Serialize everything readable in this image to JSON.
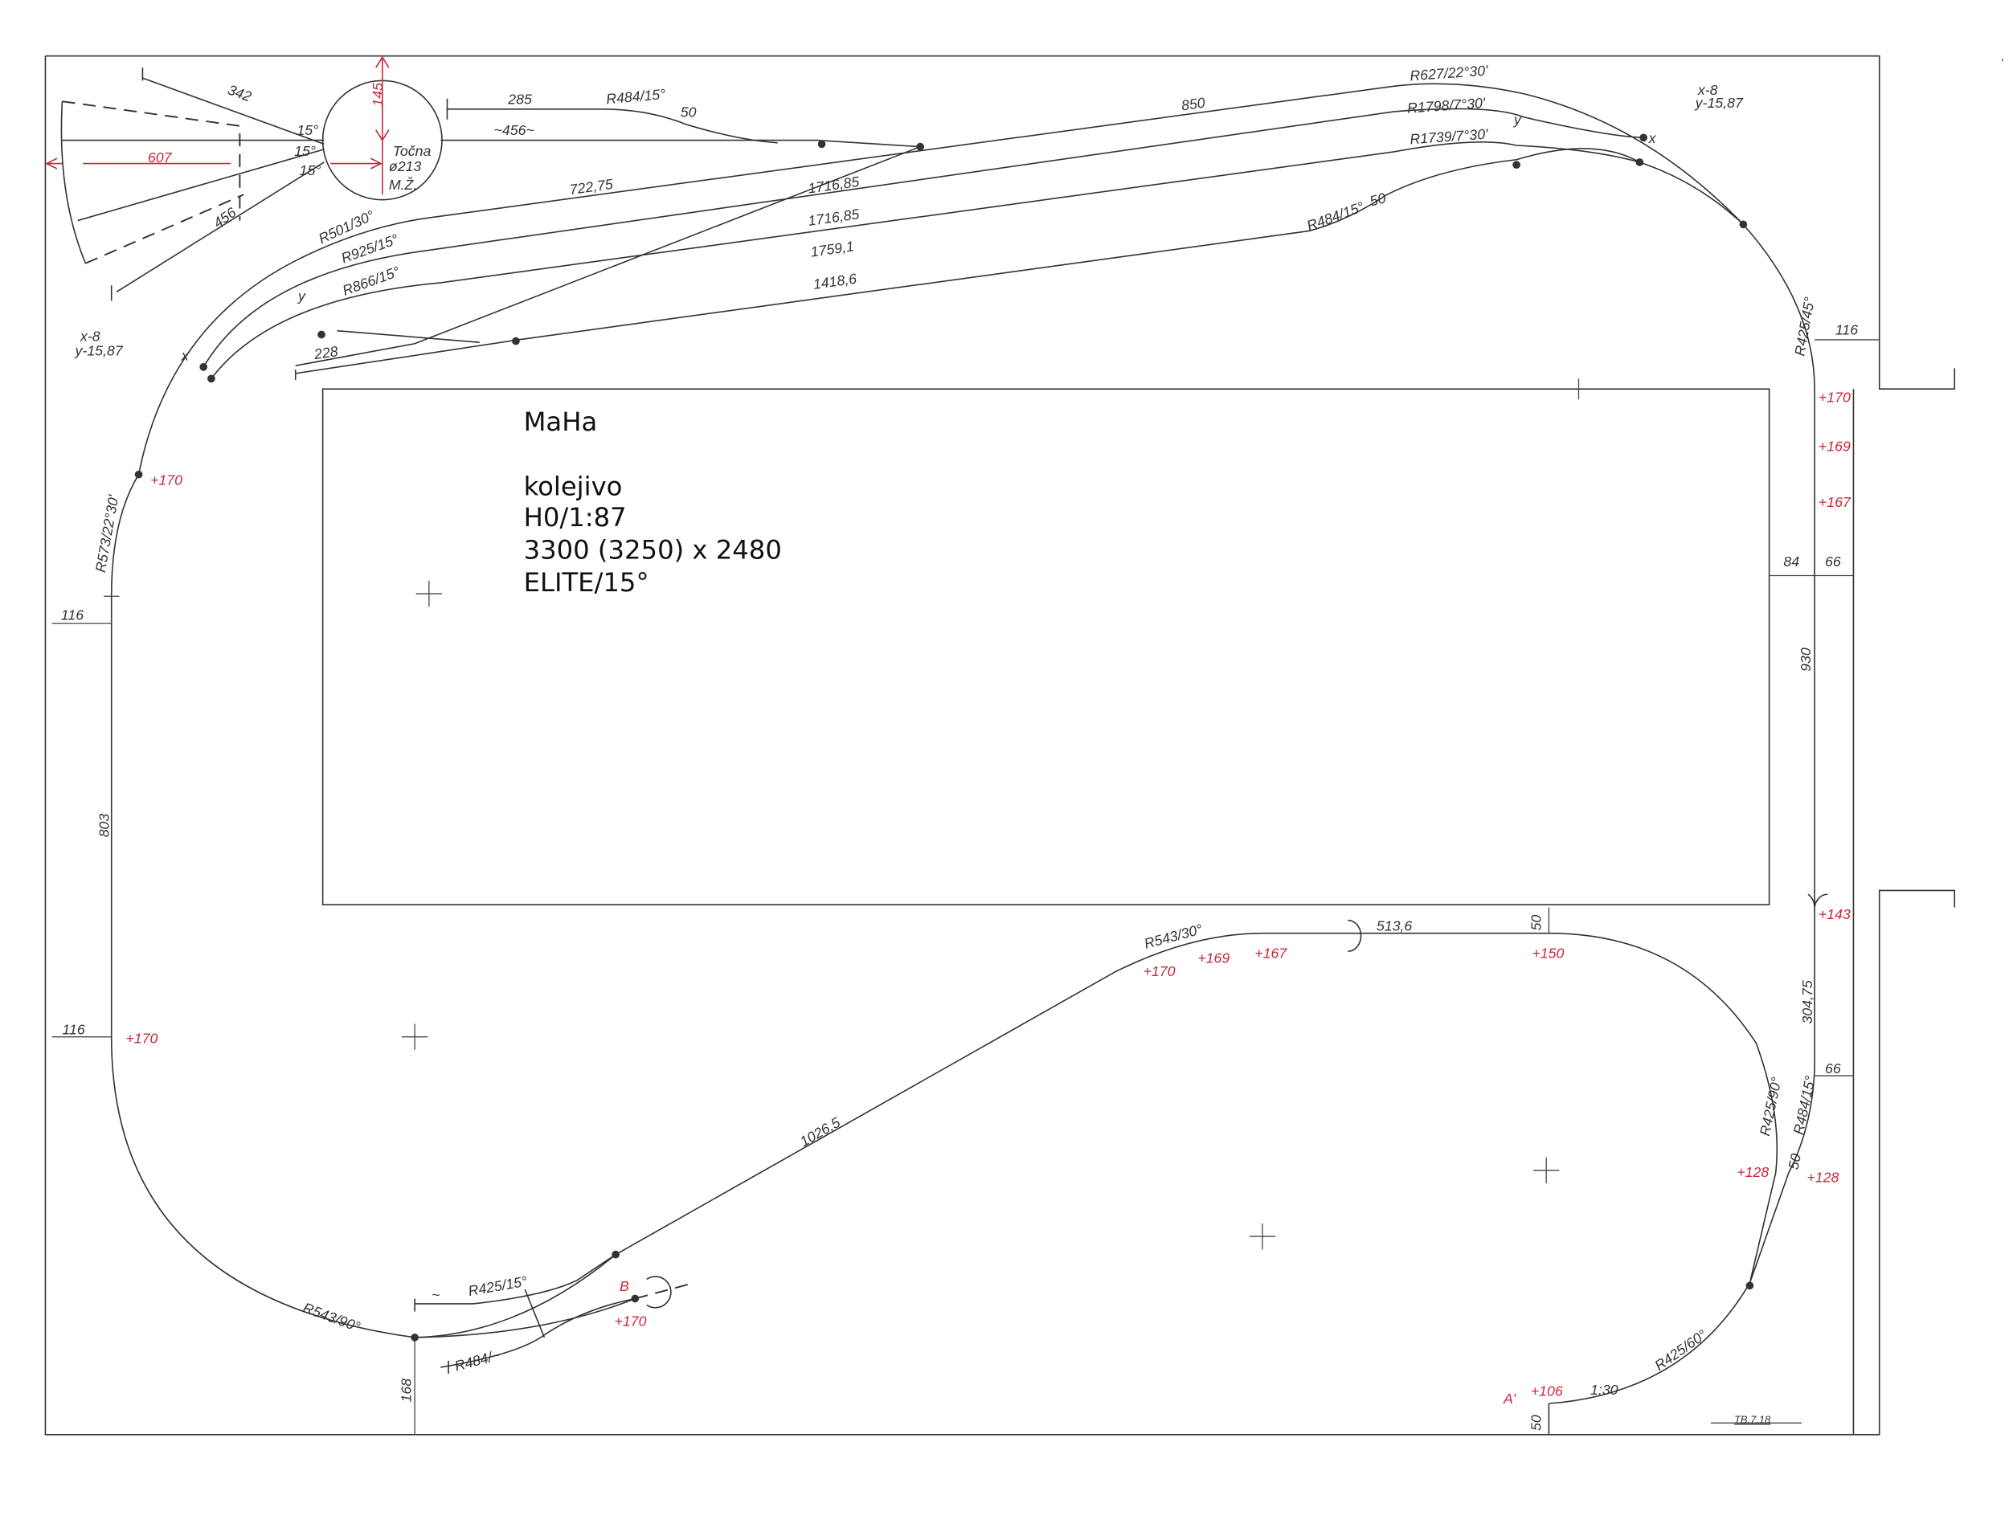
{
  "title_block": {
    "name": "MaHa",
    "subject": "kolejivo",
    "scale": "H0/1:87",
    "size": "3300 (3250) x 2480",
    "system": "ELITE/15°"
  },
  "turntable": {
    "label": "Točna",
    "diameter": "ø213",
    "note": "M.Ž."
  },
  "labels": {
    "l342": "342",
    "l145": "145",
    "l285": "285",
    "r484a": "R484/15°",
    "l50a": "50",
    "l456t": "~456~",
    "a15a": "15°",
    "a15b": "15°",
    "a15c": "15°",
    "l607": "607",
    "l456": "456",
    "l72275": "722,75",
    "l850": "850",
    "r627": "R627/22°30'",
    "r1798": "R1798/7°30'",
    "r1739": "R1739/7°30'",
    "l171685a": "1716,85",
    "l171685b": "1716,85",
    "l17591": "1759,1",
    "l14186": "1418,6",
    "r501": "R501/30°",
    "r925": "R925/15°",
    "r866": "R866/15°",
    "r484b": "R484/15°",
    "l50b": "50",
    "xr": "x-8",
    "yr": "y-15,87",
    "xl": "x-8",
    "yl": "y-15,87",
    "x1": "x",
    "y1": "y",
    "x2": "x",
    "y2": "y",
    "l228": "228",
    "r425a": "R425/45°",
    "l116a": "116",
    "l84": "84",
    "l66a": "66",
    "l930": "930",
    "r573": "R573/22°30'",
    "l116b": "116",
    "l803": "803",
    "l116c": "116",
    "r543a": "R543/30°",
    "l5136": "513,6",
    "l50c": "50",
    "l30475": "304,75",
    "l66b": "66",
    "r425b": "R425/90°",
    "r484c": "R484/15°",
    "l50d": "50",
    "l10265": "1026,5",
    "r543b": "R543/90°",
    "r425c": "R425/15°",
    "r484d": "R484/~",
    "l168": "168",
    "r425d": "R425/60°",
    "l130": "1:30",
    "l50e": "50",
    "tilde": "~",
    "signature": "TB.7.18"
  },
  "elevations": {
    "e170a": "+170",
    "e169a": "+169",
    "e167a": "+167",
    "e170b": "+170",
    "e170c": "+170",
    "e170d": "+170",
    "e169b": "+169",
    "e167b": "+167",
    "e150": "+150",
    "e143": "+143",
    "e128a": "+128",
    "e128b": "+128",
    "e170e": "+170",
    "e106": "+106"
  },
  "points": {
    "b": "B",
    "a": "A'"
  },
  "colors": {
    "ink": "#333333",
    "annotation": "#c8283c"
  }
}
